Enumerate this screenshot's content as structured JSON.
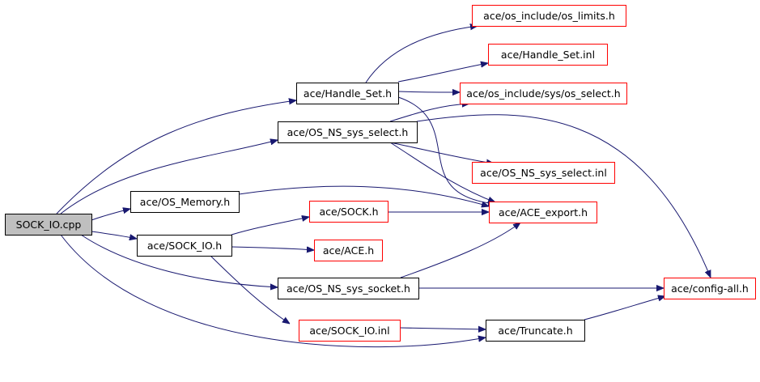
{
  "colors": {
    "edge": "#191970",
    "root_fill": "#bfbfbf",
    "root_stroke": "#000000",
    "black_stroke": "#000000",
    "red_stroke": "#ff0000",
    "node_fill": "#ffffff"
  },
  "nodes": {
    "sock_io_cpp": {
      "label": "SOCK_IO.cpp",
      "style": "root"
    },
    "handle_set_h": {
      "label": "ace/Handle_Set.h",
      "style": "black"
    },
    "os_ns_sys_select_h": {
      "label": "ace/OS_NS_sys_select.h",
      "style": "black"
    },
    "os_memory_h": {
      "label": "ace/OS_Memory.h",
      "style": "black"
    },
    "sock_io_h": {
      "label": "ace/SOCK_IO.h",
      "style": "black"
    },
    "os_ns_sys_socket_h": {
      "label": "ace/OS_NS_sys_socket.h",
      "style": "black"
    },
    "truncate_h": {
      "label": "ace/Truncate.h",
      "style": "black"
    },
    "os_limits_h": {
      "label": "ace/os_include/os_limits.h",
      "style": "red"
    },
    "handle_set_inl": {
      "label": "ace/Handle_Set.inl",
      "style": "red"
    },
    "os_select_h": {
      "label": "ace/os_include/sys/os_select.h",
      "style": "red"
    },
    "os_ns_sys_select_inl": {
      "label": "ace/OS_NS_sys_select.inl",
      "style": "red"
    },
    "ace_export_h": {
      "label": "ace/ACE_export.h",
      "style": "red"
    },
    "sock_h": {
      "label": "ace/SOCK.h",
      "style": "red"
    },
    "ace_h": {
      "label": "ace/ACE.h",
      "style": "red"
    },
    "config_all_h": {
      "label": "ace/config-all.h",
      "style": "red"
    },
    "sock_io_inl": {
      "label": "ace/SOCK_IO.inl",
      "style": "red"
    }
  },
  "edges": [
    {
      "from": "sock_io_cpp",
      "to": "handle_set_h"
    },
    {
      "from": "sock_io_cpp",
      "to": "os_ns_sys_select_h"
    },
    {
      "from": "sock_io_cpp",
      "to": "os_memory_h"
    },
    {
      "from": "sock_io_cpp",
      "to": "sock_io_h"
    },
    {
      "from": "sock_io_cpp",
      "to": "os_ns_sys_socket_h"
    },
    {
      "from": "sock_io_cpp",
      "to": "truncate_h"
    },
    {
      "from": "handle_set_h",
      "to": "os_limits_h"
    },
    {
      "from": "handle_set_h",
      "to": "handle_set_inl"
    },
    {
      "from": "handle_set_h",
      "to": "os_select_h"
    },
    {
      "from": "handle_set_h",
      "to": "ace_export_h"
    },
    {
      "from": "os_ns_sys_select_h",
      "to": "os_select_h"
    },
    {
      "from": "os_ns_sys_select_h",
      "to": "config_all_h"
    },
    {
      "from": "os_ns_sys_select_h",
      "to": "os_ns_sys_select_inl"
    },
    {
      "from": "os_ns_sys_select_h",
      "to": "ace_export_h"
    },
    {
      "from": "os_memory_h",
      "to": "ace_export_h"
    },
    {
      "from": "sock_io_h",
      "to": "sock_h"
    },
    {
      "from": "sock_io_h",
      "to": "ace_h"
    },
    {
      "from": "sock_io_h",
      "to": "sock_io_inl"
    },
    {
      "from": "sock_h",
      "to": "ace_export_h"
    },
    {
      "from": "os_ns_sys_socket_h",
      "to": "ace_export_h"
    },
    {
      "from": "os_ns_sys_socket_h",
      "to": "config_all_h"
    },
    {
      "from": "sock_io_inl",
      "to": "truncate_h"
    },
    {
      "from": "truncate_h",
      "to": "config_all_h"
    }
  ]
}
